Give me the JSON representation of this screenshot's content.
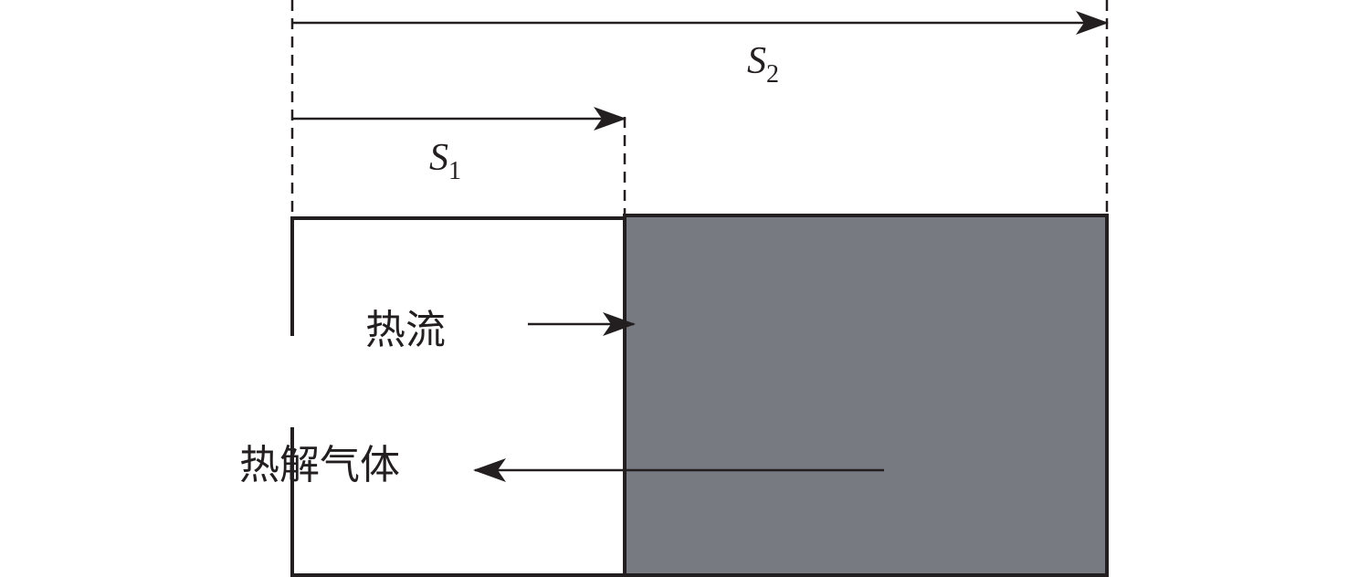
{
  "labels": {
    "s2_main": "S",
    "s2_sub": "2",
    "s1_main": "S",
    "s1_sub": "1",
    "heat_flow": "热流",
    "pyrolysis_gas": "热解气体"
  },
  "colors": {
    "stroke": "#231f20",
    "pyrolyzed_region": "#787a82",
    "background": "#ffffff"
  }
}
